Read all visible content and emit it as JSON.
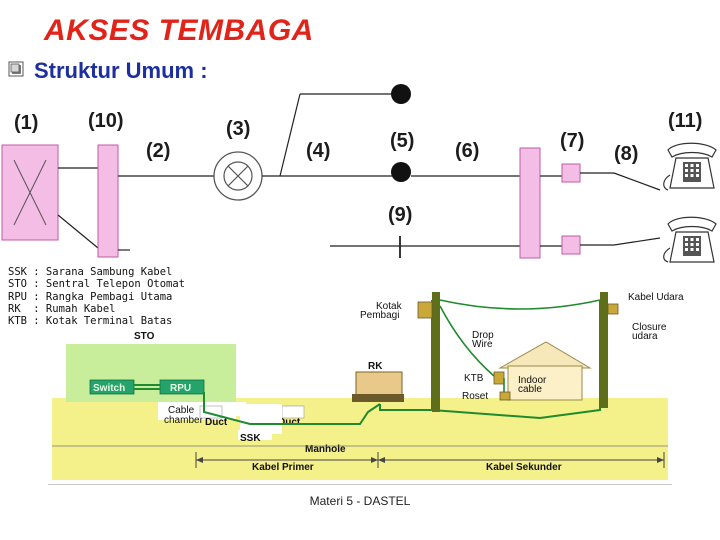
{
  "title": "AKSES TEMBAGA",
  "subtitle": "Struktur Umum :",
  "labels": {
    "l1": "(1)",
    "l10": "(10)",
    "l2": "(2)",
    "l3": "(3)",
    "l4": "(4)",
    "l5": "(5)",
    "l6": "(6)",
    "l7": "(7)",
    "l8": "(8)",
    "l9": "(9)",
    "l11": "(11)"
  },
  "legend": [
    "SSK : Sarana Sambung Kabel",
    "STO : Sentral Telepon Otomat",
    "RPU : Rangka Pembagi Utama",
    "RK  : Rumah Kabel",
    "KTB : Kotak Terminal Batas"
  ],
  "diagram": {
    "sto": "STO",
    "switch": "Switch",
    "rpu": "RPU",
    "cable_chamber_1": "Cable",
    "cable_chamber_2": "chamber",
    "duct_left": "Duct",
    "duct_right": "Duct",
    "ssk": "SSK",
    "manhole": "Manhole",
    "rk": "RK",
    "kotak_pembagi_1": "Kotak",
    "kotak_pembagi_2": "Pembagi",
    "drop_wire_1": "Drop",
    "drop_wire_2": "Wire",
    "ktb": "KTB",
    "indoor_cable_1": "Indoor",
    "indoor_cable_2": "cable",
    "roset": "Roset",
    "kabel_udara": "Kabel Udara",
    "closure_udara_1": "Closure",
    "closure_udara_2": "udara",
    "kabel_primer": "Kabel Primer",
    "kabel_sekunder": "Kabel Sekunder"
  },
  "footer": "Materi 5 - DASTEL",
  "colors": {
    "title": "#e2231a",
    "subtitle": "#1d2fa0",
    "pink_box": "#f4bde6",
    "pink_border": "#c05aa8",
    "ground": "#f4f08a",
    "sto_bg": "#c8ee9c",
    "green_wire": "#1f8a2e",
    "pole": "#5e6e1a"
  }
}
